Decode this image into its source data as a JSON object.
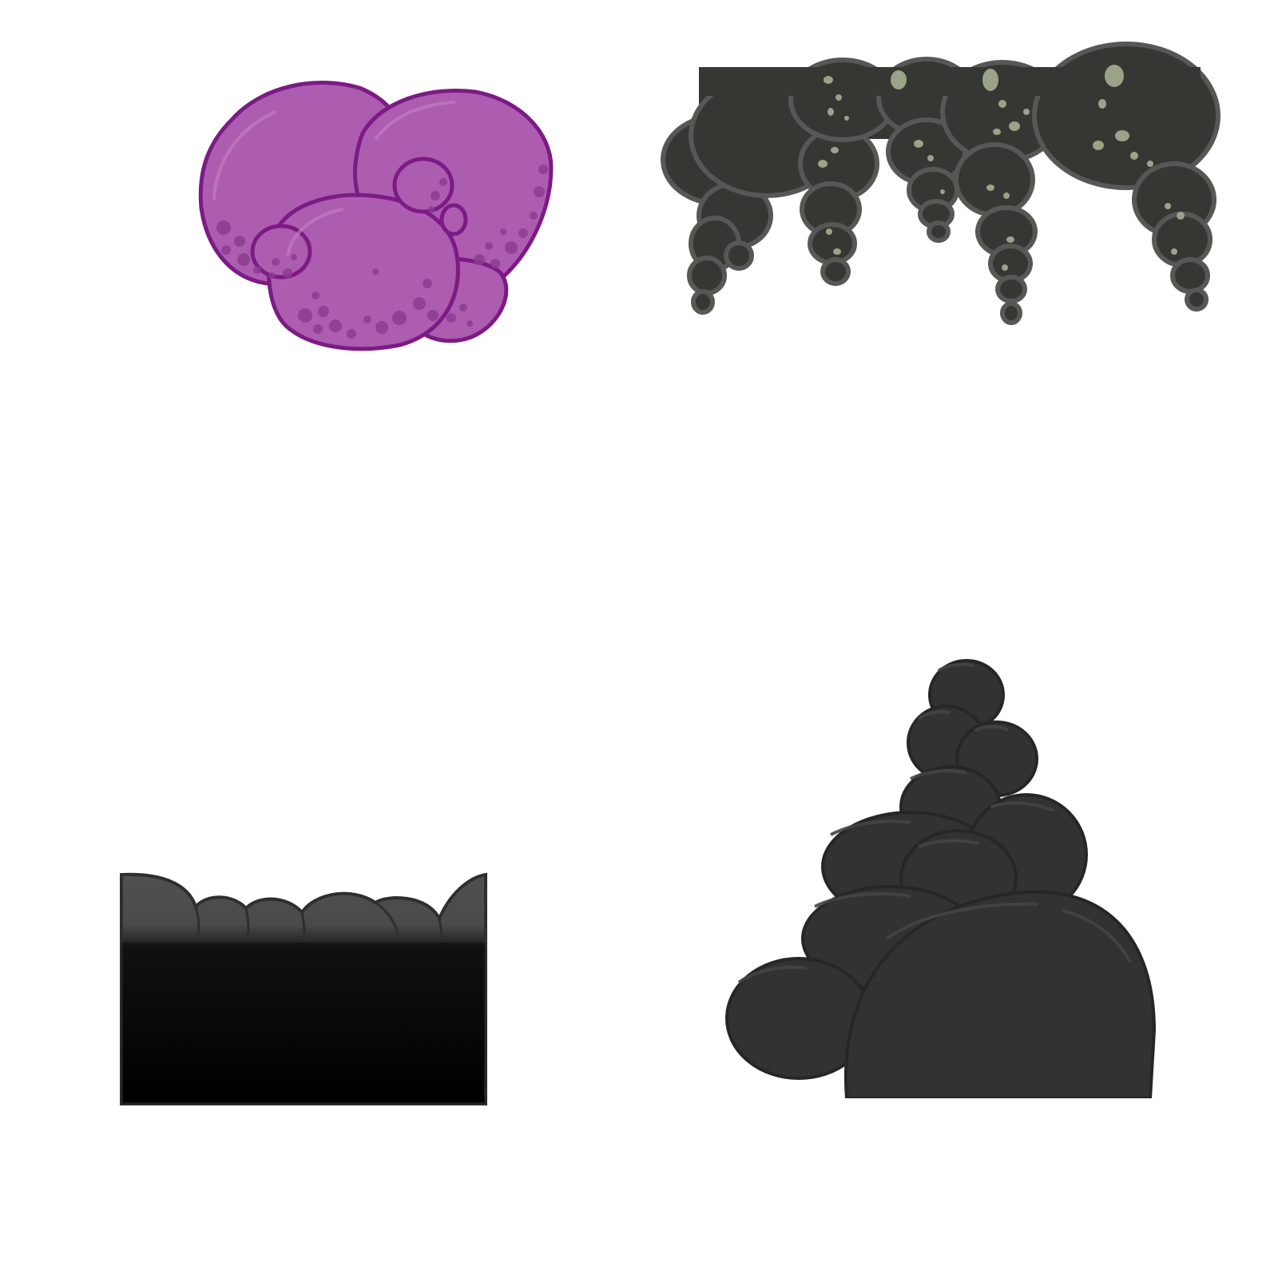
{
  "sheet": {
    "background": "#ffffff"
  },
  "sprites": [
    {
      "id": "purple-bubble-cluster",
      "icon": "bubble-cluster-icon",
      "colors": {
        "fill": "#ad5db0",
        "fill_light": "#b766b9",
        "shade": "#97449c",
        "outline": "#7c1b85",
        "spots": "#8c3b91"
      }
    },
    {
      "id": "dark-rock-ceiling",
      "icon": "stalactite-ceiling-icon",
      "colors": {
        "fill": "#363632",
        "outline": "#575755",
        "highlight": "#474745",
        "spots": "#9aa387"
      }
    },
    {
      "id": "dark-rock-ground",
      "icon": "ground-block-icon",
      "colors": {
        "top": "#505050",
        "fade": "#1a1a1a",
        "bottom": "#000000",
        "outline": "#2e2e2e"
      }
    },
    {
      "id": "dark-rock-pile",
      "icon": "rock-pile-icon",
      "colors": {
        "fill": "#323230",
        "outline": "#262624",
        "highlight": "#444442"
      }
    }
  ]
}
